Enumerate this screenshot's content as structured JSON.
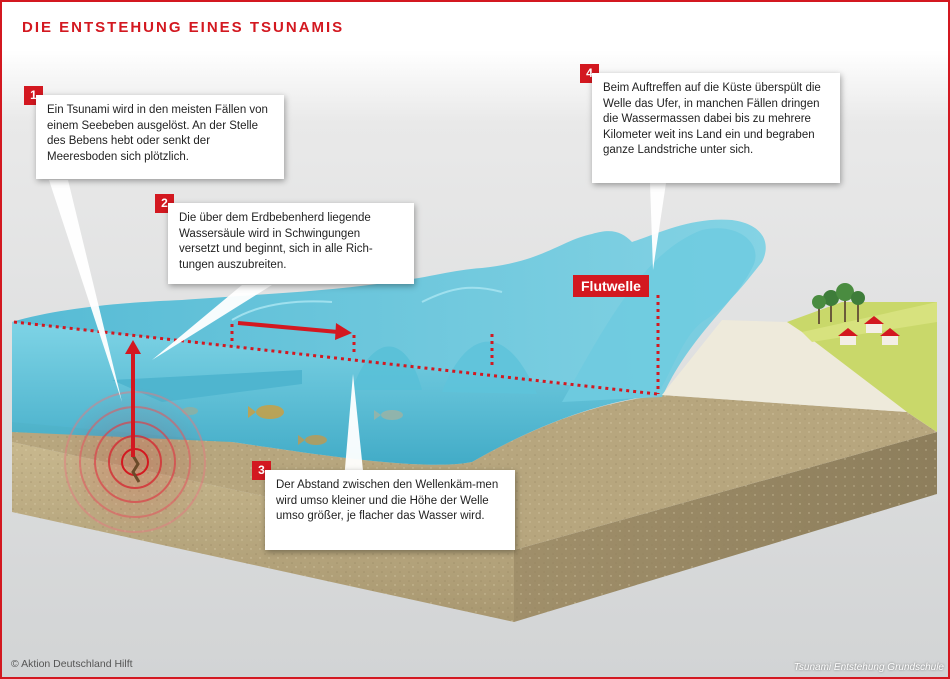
{
  "header": {
    "title": "DIE ENTSTEHUNG EINES TSUNAMIS"
  },
  "callouts": [
    {
      "number": "1",
      "text": "Ein Tsunami wird in den meisten Fällen von einem Seebeben ausgelöst. An der Stelle des Bebens hebt oder senkt der Meeresboden sich plötzlich."
    },
    {
      "number": "2",
      "text": "Die über dem Erdbebenherd liegende Wassersäule wird in Schwingungen versetzt und beginnt, sich in alle Rich-tungen auszubreiten."
    },
    {
      "number": "3",
      "text": "Der Abstand zwischen den Wellenkäm-men wird umso kleiner und die Höhe der Welle umso größer, je flacher das Wasser wird."
    },
    {
      "number": "4",
      "text": "Beim Auftreffen auf die Küste überspült die Welle das Ufer, in manchen Fällen dringen die Wassermassen dabei bis zu mehrere Kilometer weit ins Land ein und begraben ganze Landstriche unter sich."
    }
  ],
  "wave_label": "Flutwelle",
  "footer": {
    "credit": "© Aktion Deutschland Hilft",
    "watermark": "Tsunami Entstehung Grundschule"
  },
  "colors": {
    "accent": "#d31820",
    "water": "#5cc4db",
    "seabed": "#b9a77c",
    "land": "#c9d86a"
  }
}
